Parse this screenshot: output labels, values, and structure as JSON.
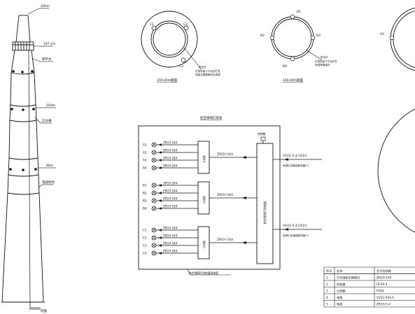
{
  "tower": {
    "elev_top": "200m",
    "elev_2": "197.5m",
    "label_platform": "铁平台",
    "elev_3": "160m",
    "label_signal": "信号箱",
    "elev_4": "80m",
    "label_cable": "电缆桥架",
    "label_ground": "地面"
  },
  "section_a": {
    "title": "200.00m截面",
    "marks": [
      "C1",
      "C2",
      "C3"
    ],
    "note_title": "航空灯",
    "note_lines": [
      "灯具安装于平台护栏处",
      "电缆沿筒壁敷设至底部"
    ]
  },
  "section_b": {
    "title": "160.00m截面",
    "marks": [
      "B1",
      "B2",
      "B3",
      "B4"
    ],
    "note_title": "航空灯",
    "note_lines": [
      "灯具安装于平台护栏",
      "电缆穿管保护"
    ]
  },
  "section_c": {
    "marks": [
      "A1"
    ]
  },
  "system": {
    "title": "航空障碍灯系统",
    "top_label": "控制箱",
    "junction_label": "分线箱",
    "controller_label": "航空障碍灯控制器",
    "cable": "ZRCH-5X4",
    "groups": [
      {
        "lamps": [
          "A1",
          "A2",
          "A3",
          "A4"
        ]
      },
      {
        "lamps": [
          "B1",
          "B2",
          "B3",
          "B4"
        ]
      },
      {
        "lamps": [
          "C1",
          "C2",
          "C3",
          "C4"
        ]
      }
    ],
    "feed1": "VV22-5-4.5X10",
    "feed1_note": "电源引自烟囱配电箱CC",
    "feed2": "VV22-5-4.5X10",
    "feed2_note": "电源引自烟囱配电箱CC",
    "bottom_note": "航空障碍灯控制器系统图"
  },
  "table": {
    "headers": [
      "序号",
      "名称",
      "型号及规格"
    ],
    "rows": [
      [
        "1",
        "中光强航空障碍灯",
        "ZRCH-5X4"
      ],
      [
        "2",
        "控制器",
        "GFXX-3"
      ],
      [
        "3",
        "分线箱",
        "FPXX"
      ],
      [
        "4",
        "电缆",
        "VV22-5X4.5"
      ],
      [
        "5",
        "电缆",
        "ZRCH-5-4"
      ]
    ]
  }
}
